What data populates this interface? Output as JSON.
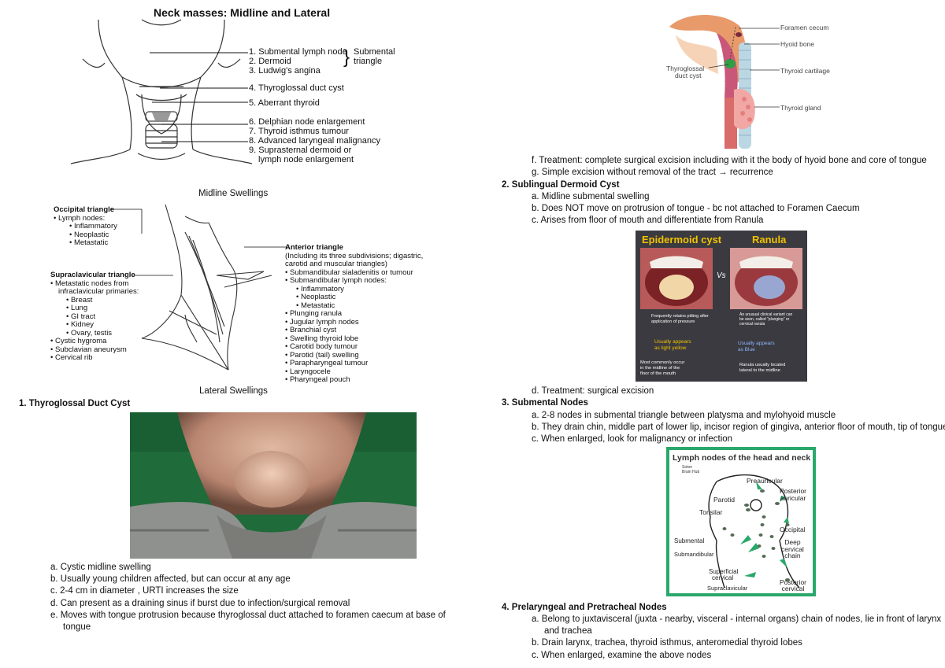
{
  "left": {
    "title": "Neck masses: Midline and Lateral",
    "midline_items": [
      "1. Submental lymph node",
      "2. Dermoid",
      "3. Ludwig's angina",
      "4. Thyroglossal duct cyst",
      "5. Aberrant thyroid",
      "6. Delphian node enlargement",
      "7. Thyroid isthmus tumour",
      "8. Advanced laryngeal malignancy",
      "9. Suprasternal dermoid or",
      "lymph node enlargement"
    ],
    "submental_label": [
      "Submental",
      "triangle"
    ],
    "midline_caption": "Midline Swellings",
    "occipital": {
      "title": "Occipital triangle",
      "lines": [
        "• Lymph nodes:",
        "• Inflammatory",
        "• Neoplastic",
        "• Metastatic"
      ]
    },
    "supraclavicular": {
      "title": "Supraclavicular triangle",
      "lines": [
        "• Metastatic nodes from",
        "infraclavicular primaries:",
        "• Breast",
        "• Lung",
        "• GI tract",
        "• Kidney",
        "• Ovary, testis",
        "• Cystic hygroma",
        "• Subclavian aneurysm",
        "• Cervical rib"
      ]
    },
    "anterior": {
      "title": "Anterior triangle",
      "lines": [
        "(Including its three subdivisions; digastric,",
        "carotid and muscular triangles)",
        "• Submandibular sialadenitis or tumour",
        "• Submandibular lymph nodes:",
        "• Inflammatory",
        "• Neoplastic",
        "• Metastatic",
        "• Plunging ranula",
        "• Jugular lymph nodes",
        "• Branchial cyst",
        "• Swelling thyroid lobe",
        "• Carotid body tumour",
        "• Parotid (tail) swelling",
        "• Parapharyngeal tumour",
        "• Laryngocele",
        "• Pharyngeal pouch"
      ]
    },
    "lateral_caption": "Lateral Swellings",
    "section1_heading": "1.  Thyroglossal Duct Cyst",
    "section1_items": [
      "a.  Cystic midline swelling",
      "b.  Usually young children affected, but can occur at any age",
      "c.  2-4 cm in diameter , URTI increases the size",
      "d.  Can present as a draining sinus if burst due to infection/surgical removal",
      "e.  Moves with tongue protrusion because thyroglossal duct attached to foramen caecum at base of",
      "tongue"
    ]
  },
  "right": {
    "anatomy_labels": {
      "foramen": "Foramen cecum",
      "hyoid": "Hyoid bone",
      "thyroglossal": [
        "Thyroglossal",
        "duct cyst"
      ],
      "cartilage": "Thyroid cartilage",
      "gland": "Thyroid gland"
    },
    "items_f_g": [
      "f.   Treatment: complete surgical excision including with it the body of hyoid bone and core of tongue",
      "g.  Simple excision without removal of the tract → recurrence"
    ],
    "section2_heading": "2.  Sublingual Dermoid Cyst",
    "section2_items": [
      "a.  Midline submental swelling",
      "b.  Does NOT move on protrusion of tongue - bc not attached to Foramen Caecum",
      "c.  Arises from floor of mouth and differentiate from Ranula"
    ],
    "cyst_figure": {
      "left_title": "Epidermoid cyst",
      "right_title": "Ranula",
      "vs": "Vs",
      "note1": [
        "Frequently retains pitting after",
        "application of pressure"
      ],
      "note2": [
        "Usually appears",
        "as light yellow"
      ],
      "note3": [
        "Most commonly occur",
        "in the midline of the",
        "floor of the mouth"
      ],
      "note4": [
        "An unusual clinical variant can",
        "be seen, called \"plunging\" or",
        "cervical ranula"
      ],
      "note5": [
        "Usually appears",
        "as Blue"
      ],
      "note6": [
        "Ranula usually located",
        "lateral to the midline"
      ]
    },
    "item_d": "d.  Treatment: surgical excision",
    "section3_heading": "3.  Submental Nodes",
    "section3_items": [
      "a.  2-8 nodes in submental triangle between platysma and mylohyoid muscle",
      "b.  They drain chin, middle part of lower lip, incisor region of gingiva, anterior floor of mouth, tip of tongue",
      "c.  When enlarged, look for malignancy or infection"
    ],
    "lymph_figure": {
      "title": "Lymph nodes of the head and neck",
      "brand": [
        "Soton",
        "Brain Hub"
      ],
      "labels": {
        "preauricular": "Preauricular",
        "posterior_auricular": [
          "Posterior",
          "auricular"
        ],
        "parotid": "Parotid",
        "tonsilar": "Tonsilar",
        "occipital": "Occipital",
        "submental": "Submental",
        "deep_cervical": [
          "Deep",
          "cervical",
          "chain"
        ],
        "submandibular": "Submandibular",
        "superficial_cervical": [
          "Superficial",
          "cervical"
        ],
        "posterior_cervical": [
          "Posterior",
          "cervical"
        ],
        "supraclavicular": "Supraclavicular"
      }
    },
    "section4_heading": "4.  Prelaryngeal and Pretracheal Nodes",
    "section4_items": [
      "a.  Belong to juxtavisceral (juxta - nearby, visceral - internal organs) chain of nodes, lie in front of larynx",
      "and trachea",
      "b.  Drain larynx, trachea, thyroid isthmus, anteromedial thyroid lobes",
      "c.  When enlarged, examine the above nodes"
    ]
  }
}
